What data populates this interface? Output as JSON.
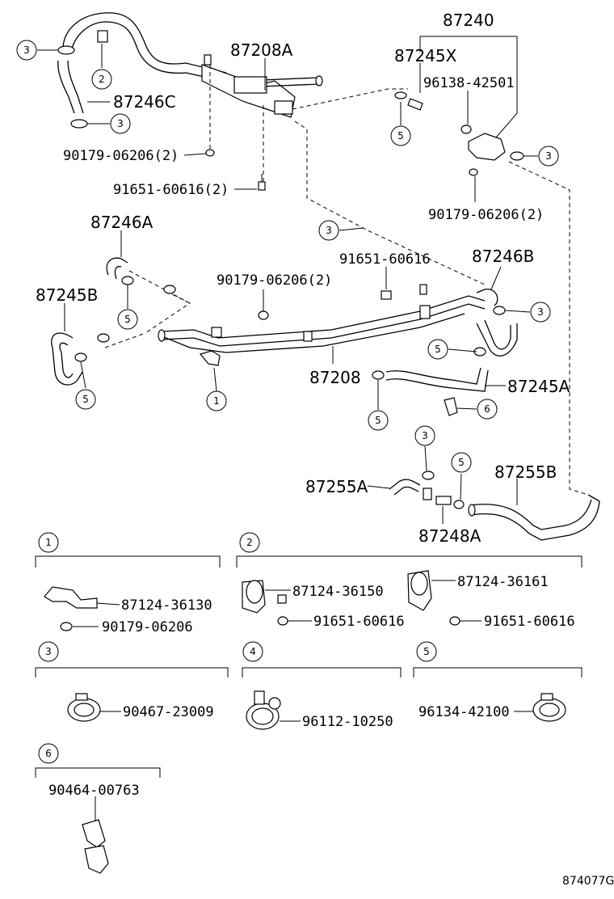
{
  "callouts": {
    "87240": "87240",
    "87245X": "87245X",
    "96138_42501": "96138-42501",
    "87208A": "87208A",
    "87246C": "87246C",
    "90179_06206_2a": "90179-06206(2)",
    "91651_60616_2": "91651-60616(2)",
    "90179_06206_2b": "90179-06206(2)",
    "87246A": "87246A",
    "91651_60616": "91651-60616",
    "87246B": "87246B",
    "90179_06206_2c": "90179-06206(2)",
    "87245B": "87245B",
    "87208": "87208",
    "87245A": "87245A",
    "87255A": "87255A",
    "87255B": "87255B",
    "87248A": "87248A"
  },
  "ref_circles": {
    "n1": "1",
    "n2": "2",
    "n3": "3",
    "n4": "4",
    "n5": "5",
    "n6": "6"
  },
  "legend": {
    "g1": {
      "num": "1",
      "p1": "87124-36130",
      "p2": "90179-06206"
    },
    "g2": {
      "num": "2",
      "p1": "87124-36150",
      "p2": "91651-60616",
      "p3": "87124-36161",
      "p4": "91651-60616"
    },
    "g3": {
      "num": "3",
      "p1": "90467-23009"
    },
    "g4": {
      "num": "4",
      "p1": "96112-10250"
    },
    "g5": {
      "num": "5",
      "p1": "96134-42100"
    },
    "g6": {
      "num": "6",
      "p1": "90464-00763"
    }
  },
  "diagram_code": "874077G"
}
